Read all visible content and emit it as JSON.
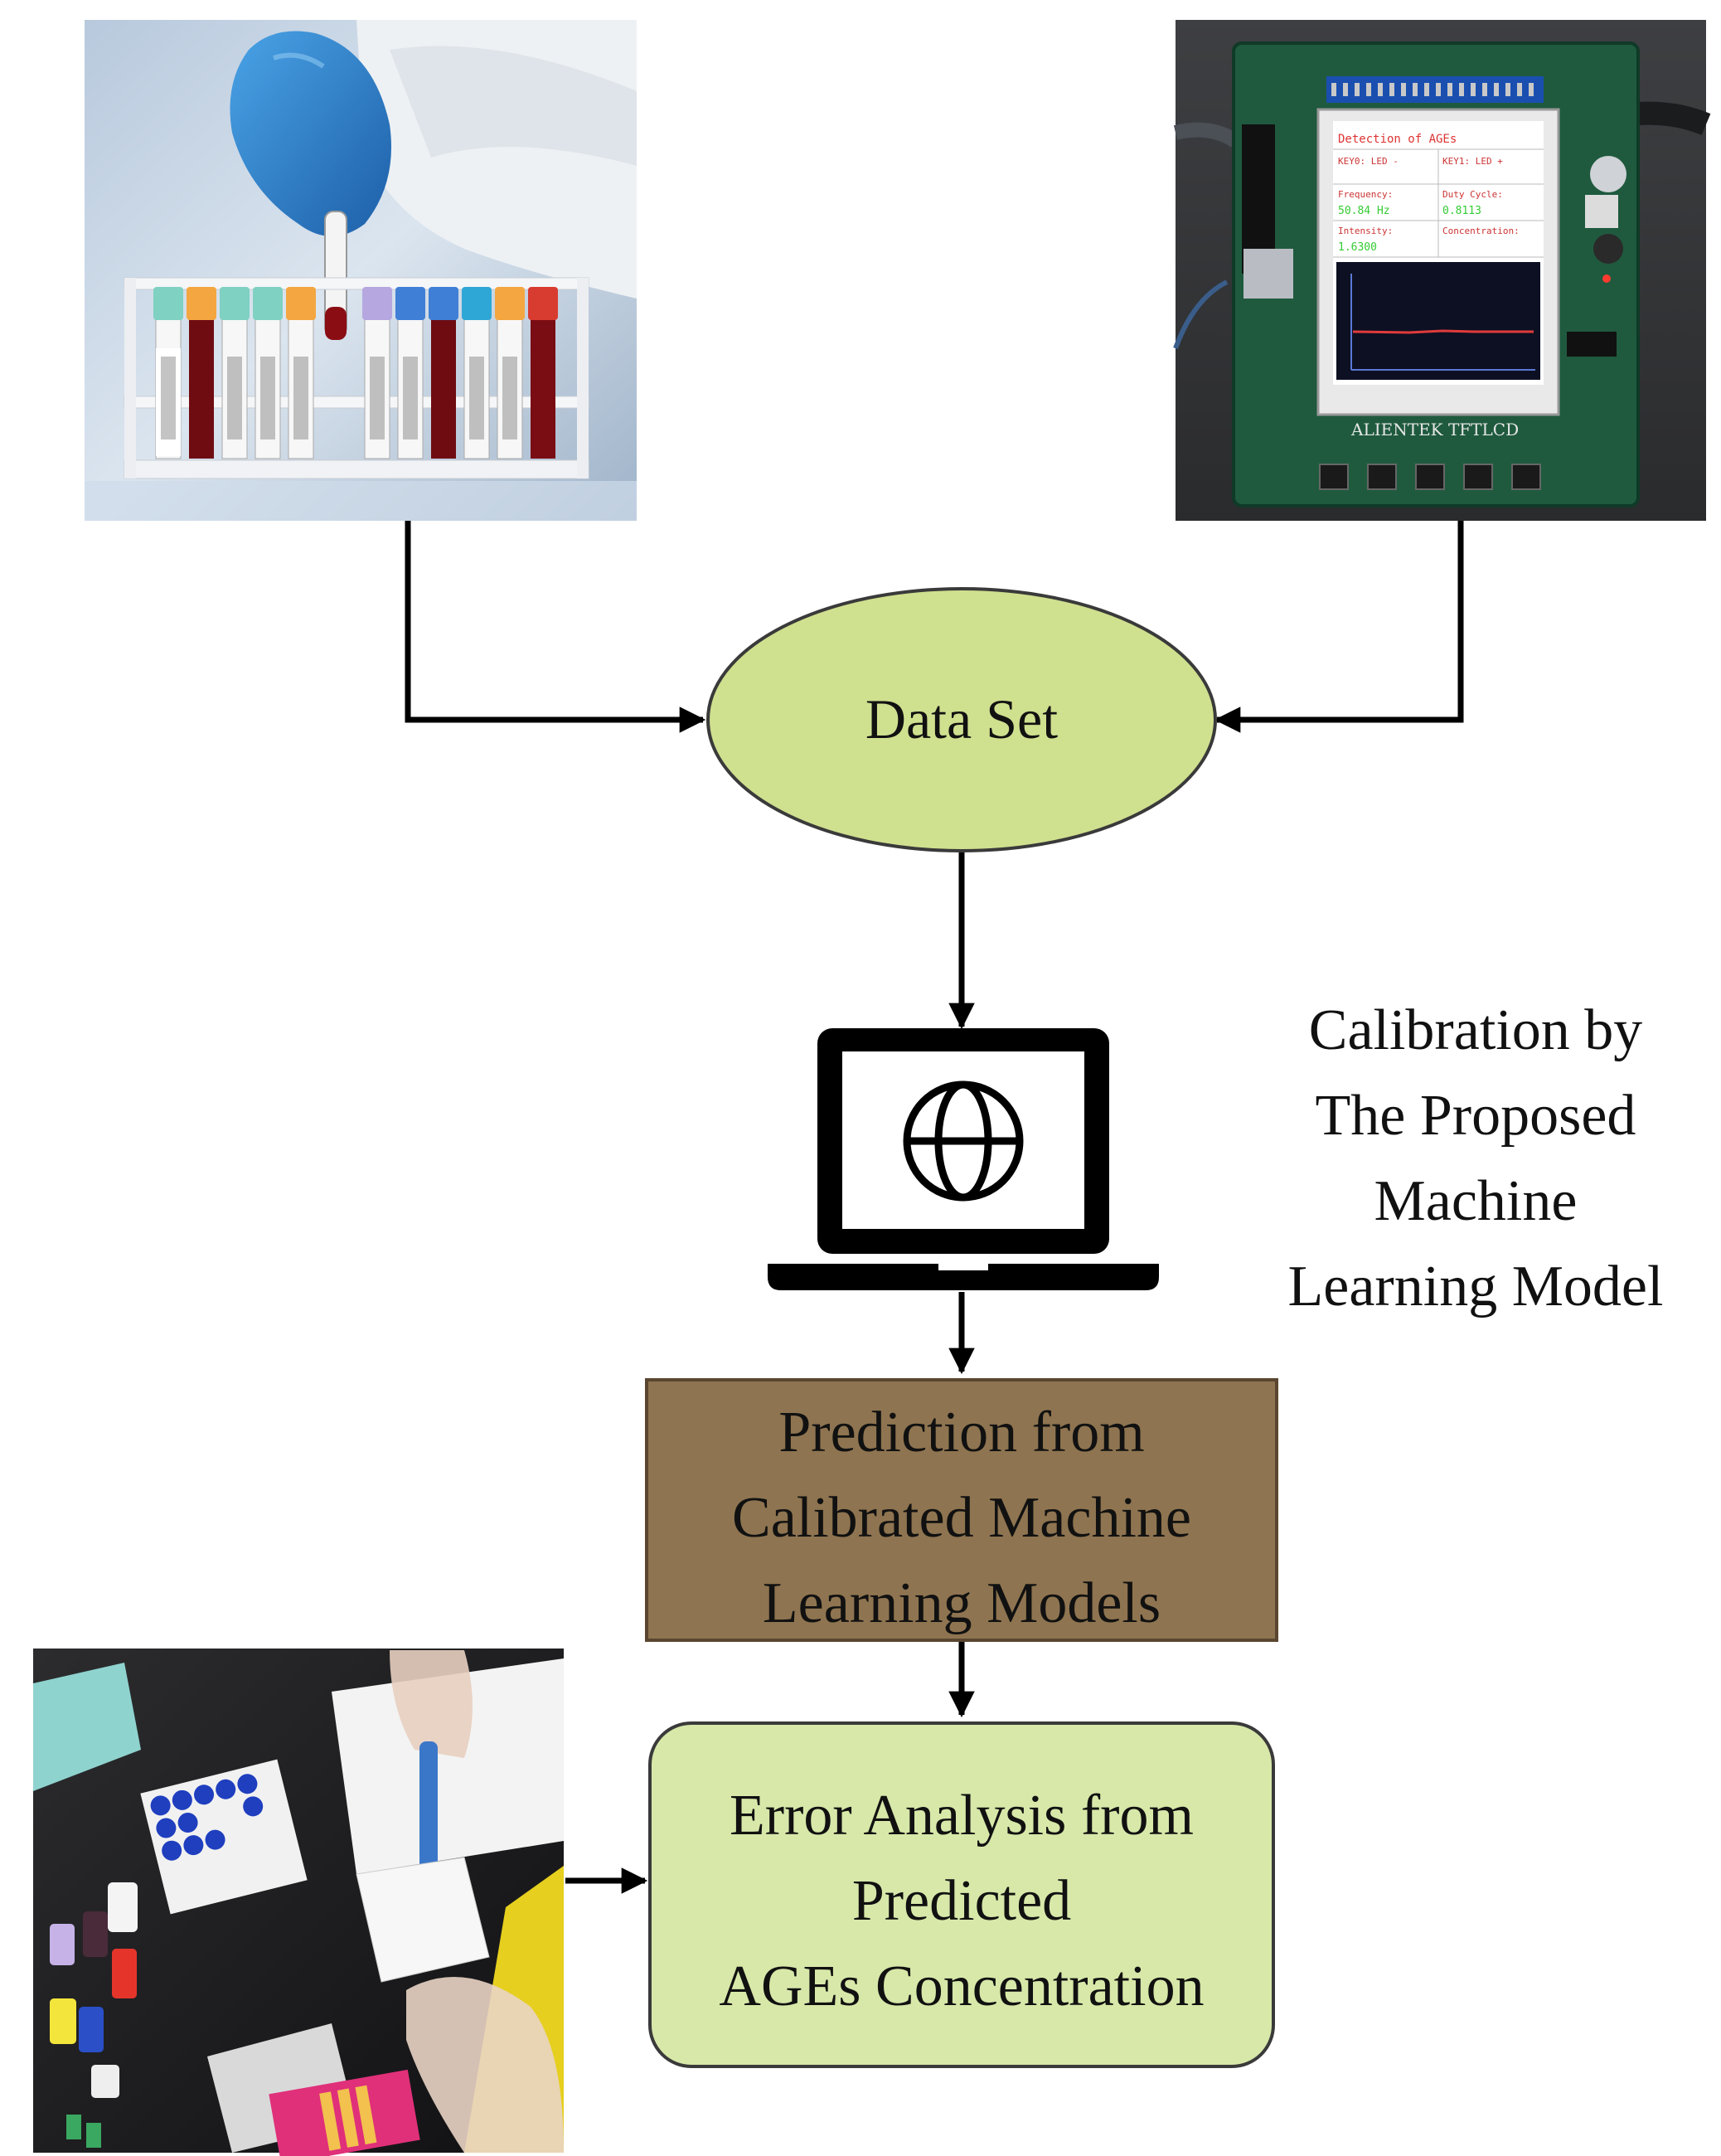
{
  "nodes": {
    "data_set": "Data Set",
    "calibration_note": [
      "Calibration by",
      "The Proposed",
      "Machine",
      "Learning Model"
    ],
    "prediction": [
      "Prediction from",
      "Calibrated Machine",
      "Learning Models"
    ],
    "error_analysis": [
      "Error Analysis from",
      "Predicted",
      "AGEs Concentration"
    ]
  },
  "device_screen": {
    "title": "Detection of AGEs",
    "cells": [
      "KEY0: LED -",
      "KEY1: LED +",
      "Frequency:",
      "Duty Cycle:",
      "Intensity:",
      "Concentration:"
    ],
    "values": [
      "50.84 Hz",
      "0.8113",
      "1.6300"
    ],
    "brand": "ALIENTEK TFTLCD"
  },
  "colors": {
    "ellipse_fill": "#cfe08f",
    "ellipse_stroke": "#3a3a3a",
    "prediction_fill": "#8e7450",
    "error_fill": "#d7e8a9",
    "arrow": "#000000",
    "laptop": "#000000"
  },
  "icons": {
    "laptop": "laptop-globe-icon",
    "blood_tubes": "blood-test-tubes-photo",
    "device": "tft-lcd-device-photo",
    "lab": "lab-pipetting-photo"
  }
}
